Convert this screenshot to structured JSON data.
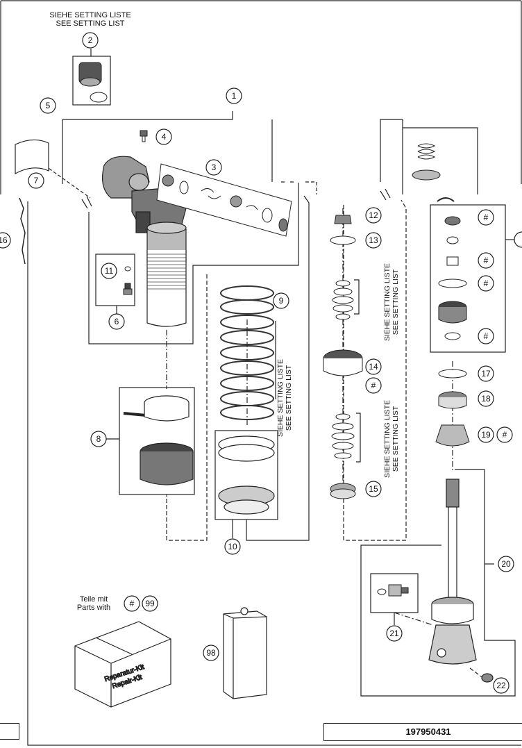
{
  "header_note": {
    "line1": "SIEHE SETTING LISTE",
    "line2": "SEE SETTING LIST"
  },
  "setting_note": {
    "line1": "SIEHE SETTING LISTE",
    "line2": "SEE SETTING LIST"
  },
  "callouts": [
    "1",
    "2",
    "3",
    "4",
    "5",
    "6",
    "7",
    "8",
    "9",
    "10",
    "11",
    "12",
    "13",
    "14",
    "15",
    "16",
    "17",
    "18",
    "19",
    "20",
    "21",
    "22",
    "98",
    "99",
    "#"
  ],
  "kit_legend": {
    "line1": "Teile mit",
    "line2": "Parts with",
    "symbol": "#",
    "number": "99"
  },
  "kit_box_text": {
    "line1": "Reparatur-Kit",
    "line2": "Repair-Kit"
  },
  "part_number": "197950431",
  "colors": {
    "line": "#222222",
    "gray_part": "#9a9a9a",
    "dark_part": "#3a3a3a"
  }
}
